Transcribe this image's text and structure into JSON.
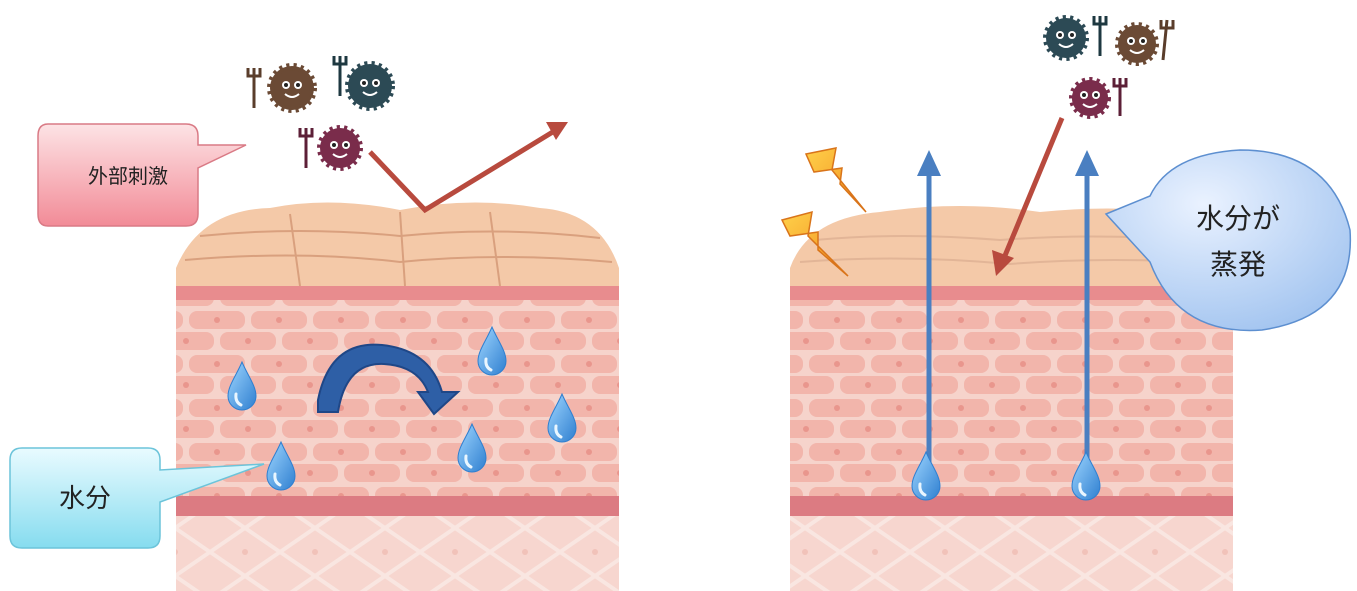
{
  "callouts": {
    "external_stimulus": "外部刺激",
    "moisture": "水分",
    "evaporation_line1": "水分が",
    "evaporation_line2": "蒸発"
  },
  "colors": {
    "stratum_corneum": "#f4c9a8",
    "epidermis": "#f3b7ad",
    "dermis": "#f6cfc8",
    "red_arrow": "#b84a3e",
    "blue_arrow": "#4a7fc1",
    "water_drop": "#5aa7e6",
    "pink_callout": "#f7a7ae",
    "cyan_callout": "#a8e6f5",
    "blue_callout": "#b8d3f5"
  }
}
